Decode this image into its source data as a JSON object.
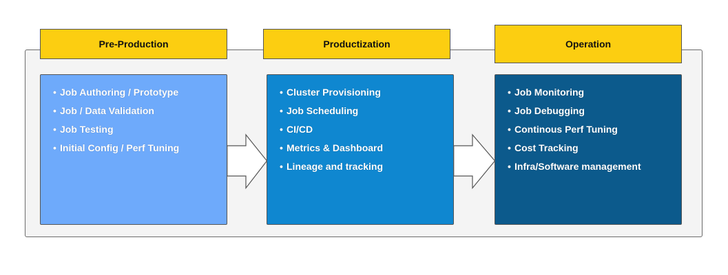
{
  "stages": [
    {
      "title": "Pre-Production",
      "color": "#6eaafb",
      "items": [
        "Job Authoring / Prototype",
        "Job / Data Validation",
        "Job Testing",
        "Initial Config / Perf Tuning"
      ]
    },
    {
      "title": "Productization",
      "color": "#0f87d0",
      "items": [
        "Cluster Provisioning",
        "Job Scheduling",
        "CI/CD",
        "Metrics & Dashboard",
        "Lineage and tracking"
      ]
    },
    {
      "title": "Operation",
      "color": "#0c5a8c",
      "items": [
        "Job Monitoring",
        "Job Debugging",
        "Continous Perf Tuning",
        "Cost Tracking",
        "Infra/Software management"
      ]
    }
  ],
  "header_color": "#fcce11",
  "frame_color": "#f4f4f4"
}
